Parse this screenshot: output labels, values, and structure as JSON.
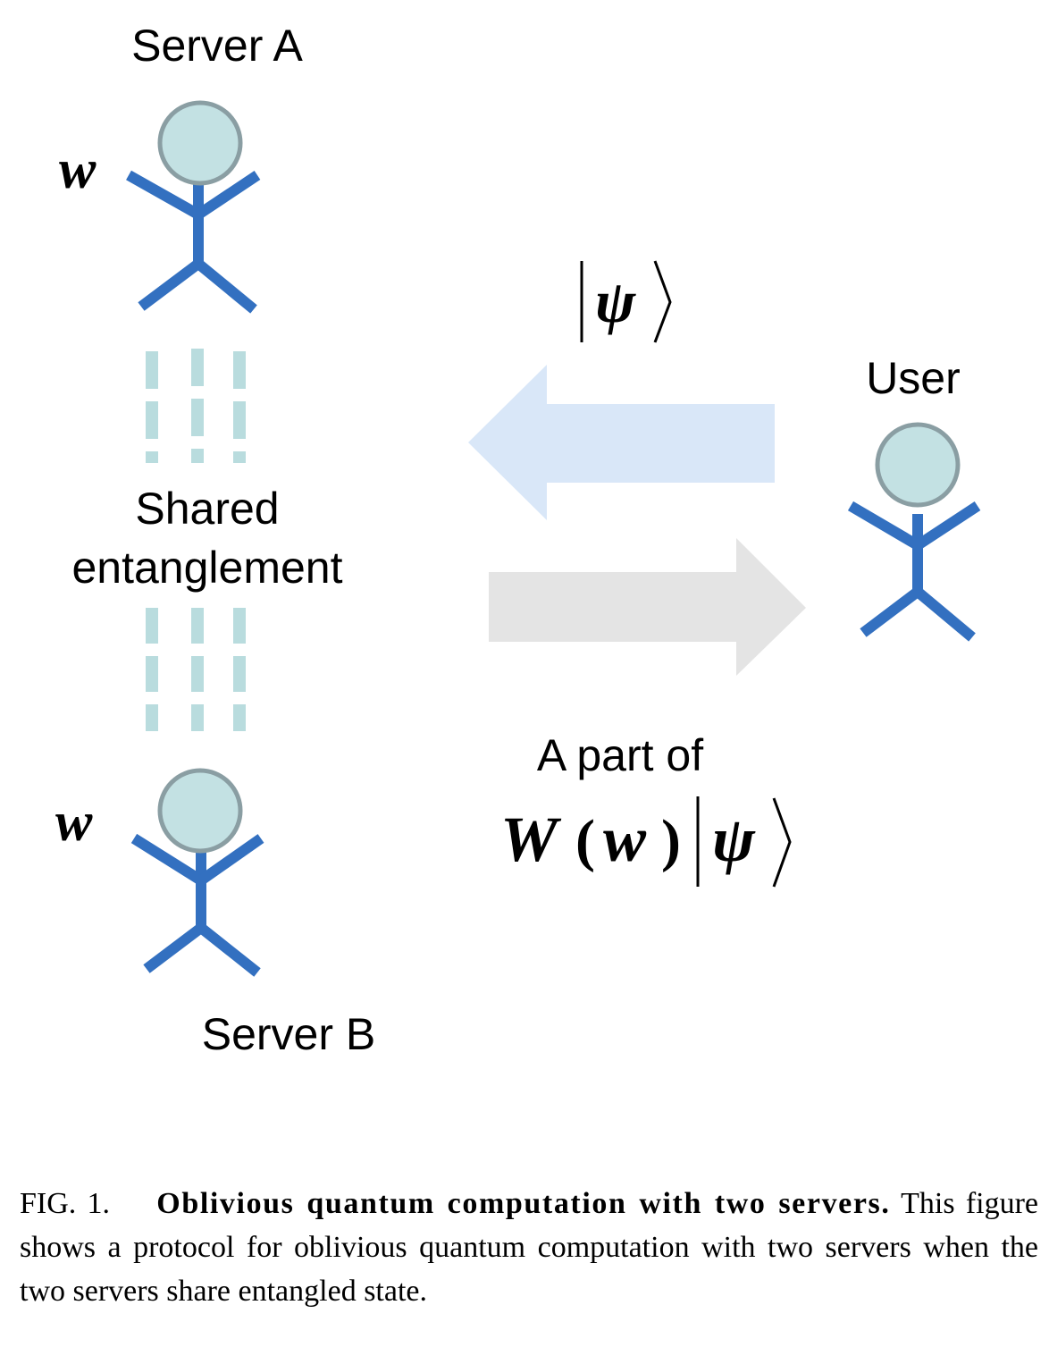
{
  "diagram": {
    "server_a_label": "Server A",
    "server_b_label": "Server B",
    "user_label": "User",
    "shared_entanglement_line1": "Shared",
    "shared_entanglement_line2": "entanglement",
    "server_a_variable": "w",
    "server_b_variable": "w",
    "sent_state": "|ψ⟩",
    "returned_label": "A part of",
    "returned_state_W": "W",
    "returned_state_paren_open": "(",
    "returned_state_w": "w",
    "returned_state_paren_close": ")",
    "returned_state_psi": "ψ",
    "colors": {
      "figure_body": "#3370c0",
      "figure_head_fill": "#c3e1e3",
      "figure_head_stroke": "#8a9ea3",
      "entanglement_dash": "#b9dcde",
      "arrow_to_server": "#d9e7f8",
      "arrow_to_user": "#e4e4e4"
    },
    "icons": [
      "person-icon",
      "arrow-left-icon",
      "arrow-right-icon"
    ]
  },
  "caption": {
    "fig_label": "FIG. 1.",
    "title": "Oblivious quantum computation with two servers.",
    "body": "This figure shows a protocol for oblivious quantum computation with two servers when the two servers share entangled state."
  }
}
